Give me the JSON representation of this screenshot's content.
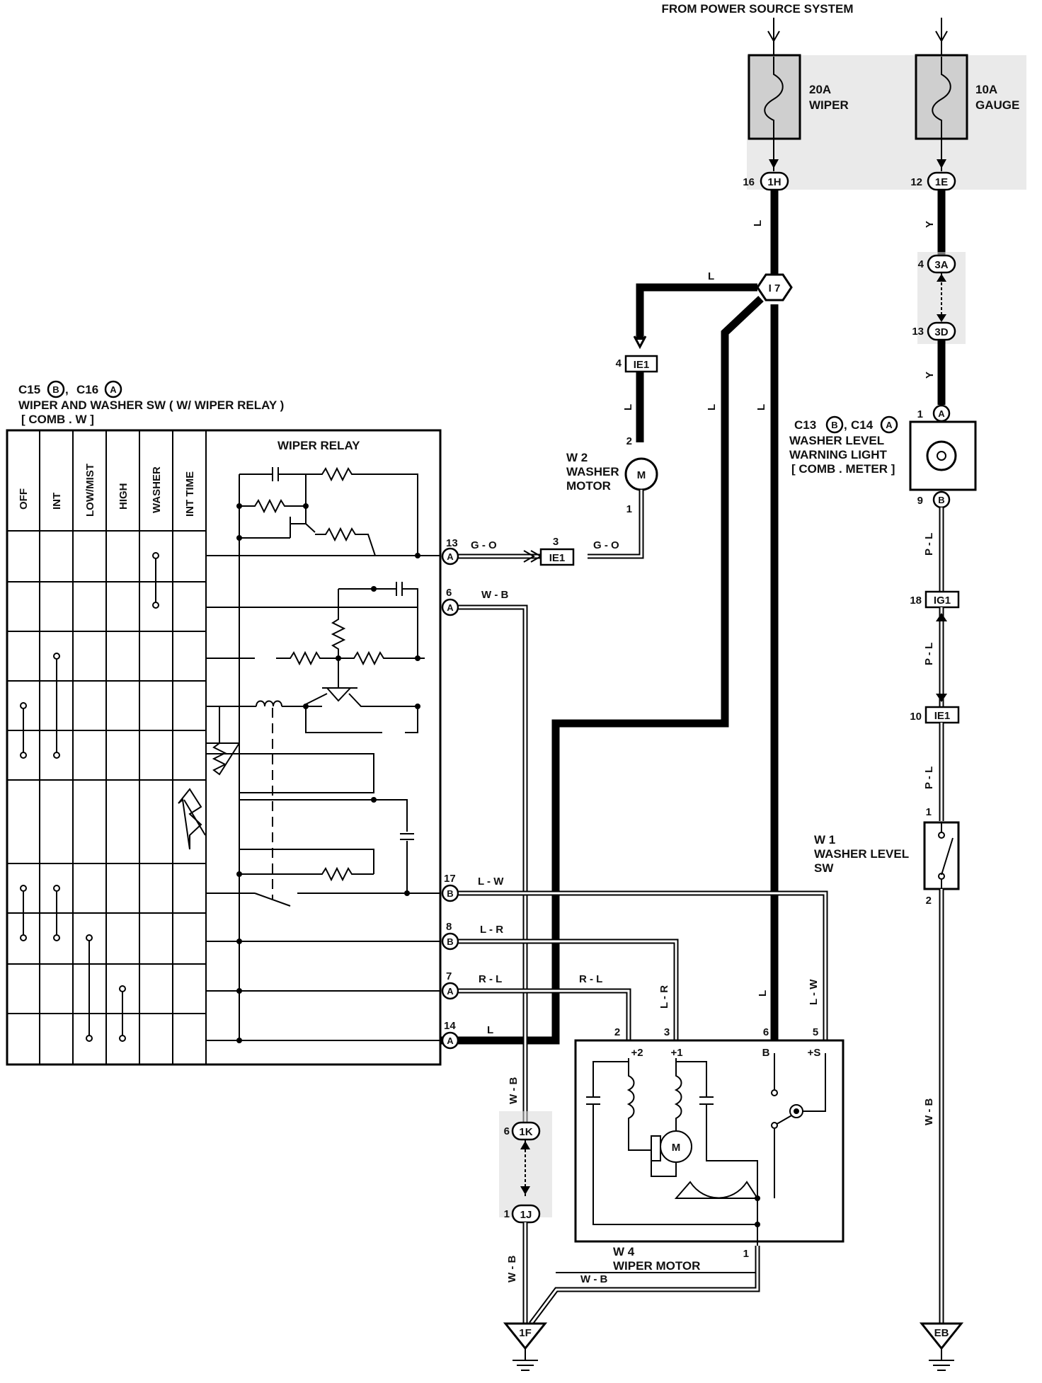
{
  "header": {
    "power_source": "FROM POWER SOURCE SYSTEM"
  },
  "fuses": [
    {
      "rating": "20A",
      "name": "WIPER"
    },
    {
      "rating": "10A",
      "name": "GAUGE"
    }
  ],
  "connectors": {
    "c1H": {
      "pin": "16",
      "id": "1H"
    },
    "c1E": {
      "pin": "12",
      "id": "1E"
    },
    "c3A": {
      "pin": "4",
      "id": "3A"
    },
    "c3D": {
      "pin": "13",
      "id": "3D"
    },
    "j_I7": {
      "id": "I 7"
    },
    "ie1_top": {
      "pin": "4",
      "id": "IE1"
    },
    "ie1_mid": {
      "pin": "3",
      "id": "IE1"
    },
    "ig1": {
      "pin": "18",
      "id": "IG1"
    },
    "ie1_right": {
      "pin": "10",
      "id": "IE1"
    },
    "c1K": {
      "pin": "6",
      "id": "1K"
    },
    "c1J": {
      "pin": "1",
      "id": "1J"
    },
    "gnd_1F": {
      "id": "1F"
    },
    "gnd_EB": {
      "id": "EB"
    }
  },
  "wire_colors": {
    "L": "L",
    "Y": "Y",
    "G_O": "G - O",
    "W_B": "W - B",
    "L_W": "L - W",
    "L_R": "L - R",
    "R_L": "R - L",
    "P_L": "P - L"
  },
  "switch": {
    "ref_a": "C15",
    "letter_b": "B",
    "ref_b": "C16",
    "letter_a": "A",
    "title": "WIPER AND WASHER SW ( W/ WIPER RELAY )",
    "subtitle": "[ COMB . W ]",
    "relay_label": "WIPER RELAY",
    "columns": [
      "OFF",
      "INT",
      "LOW/MIST",
      "HIGH",
      "WASHER",
      "INT TIME"
    ],
    "terminals": [
      {
        "pin": "13",
        "letter": "A"
      },
      {
        "pin": "6",
        "letter": "A"
      },
      {
        "pin": "17",
        "letter": "B"
      },
      {
        "pin": "8",
        "letter": "B"
      },
      {
        "pin": "7",
        "letter": "A"
      },
      {
        "pin": "14",
        "letter": "A"
      }
    ]
  },
  "washer_motor": {
    "ref": "W 2",
    "line1": "WASHER",
    "line2": "MOTOR",
    "pin_top": "2",
    "pin_bottom": "1",
    "symbol": "M"
  },
  "washer_level_light": {
    "ref_a": "C13",
    "letter_b": "B",
    "ref_b": "C14",
    "letter_a": "A",
    "line1": "WASHER LEVEL",
    "line2": "WARNING LIGHT",
    "line3": "[ COMB . METER ]",
    "pin_top": "1",
    "pin_top_letter": "A",
    "pin_bottom": "9",
    "pin_bottom_letter": "B"
  },
  "washer_level_sw": {
    "ref": "W 1",
    "line1": "WASHER LEVEL",
    "line2": "SW",
    "pin_top": "1",
    "pin_bottom": "2"
  },
  "wiper_motor": {
    "ref": "W 4",
    "label": "WIPER MOTOR",
    "pins": [
      "2",
      "3",
      "6",
      "5"
    ],
    "terminal_labels": [
      "+2",
      "+1",
      "B",
      "+S"
    ],
    "pin_ground": "1",
    "symbol": "M"
  }
}
